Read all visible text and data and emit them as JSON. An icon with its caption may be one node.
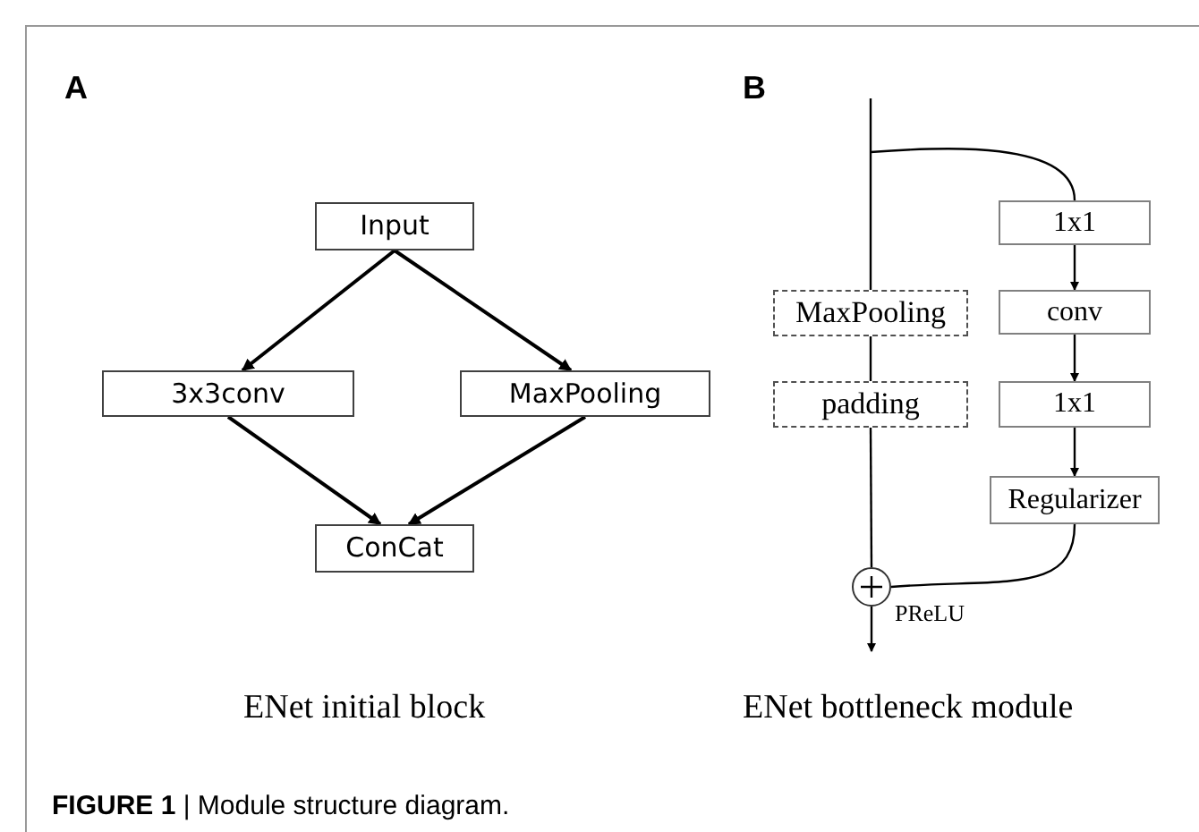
{
  "diagram": {
    "caption": "**FIGURE 1** | Module structure diagram.",
    "nodes": [
      {
        "text": [
          "Input"
        ]
      },
      {
        "text": [
          "3x3conv"
        ]
      },
      {
        "text": [
          "MaxPooling"
        ]
      },
      {
        "text": [
          "ConCat"
        ]
      },
      {
        "text": [
          "MaxPooling"
        ]
      },
      {
        "text": [
          "padding"
        ]
      },
      {
        "text": [
          "1x1"
        ]
      },
      {
        "text": [
          "conv"
        ]
      },
      {
        "text": [
          "1x1"
        ]
      },
      {
        "text": [
          "Regularizer"
        ]
      },
      {
        "text": [],
        "shape": "circle",
        "beside": [
          "PReLU"
        ]
      }
    ],
    "edges": [
      {
        "from": 0,
        "to": 1,
        "arrow": "to"
      },
      {
        "from": 0,
        "to": 2,
        "arrow": "to"
      },
      {
        "from": 1,
        "to": 3,
        "arrow": "to"
      },
      {
        "from": 2,
        "to": 3,
        "arrow": "to"
      },
      {
        "from": null,
        "to": 4,
        "arrow": "none"
      },
      {
        "from": null,
        "to": 6,
        "arrow": "none"
      },
      {
        "from": 4,
        "to": 5,
        "arrow": "none"
      },
      {
        "from": 5,
        "to": 10,
        "arrow": "none"
      },
      {
        "from": 6,
        "to": 7,
        "arrow": "to"
      },
      {
        "from": 7,
        "to": 8,
        "arrow": "to"
      },
      {
        "from": 8,
        "to": 9,
        "arrow": "to"
      },
      {
        "from": 9,
        "to": 10,
        "arrow": "none"
      },
      {
        "from": 10,
        "to": null,
        "arrow": "to"
      }
    ],
    "labels": [
      "A",
      "B",
      "ENet initial block",
      "ENet bottleneck module"
    ]
  }
}
